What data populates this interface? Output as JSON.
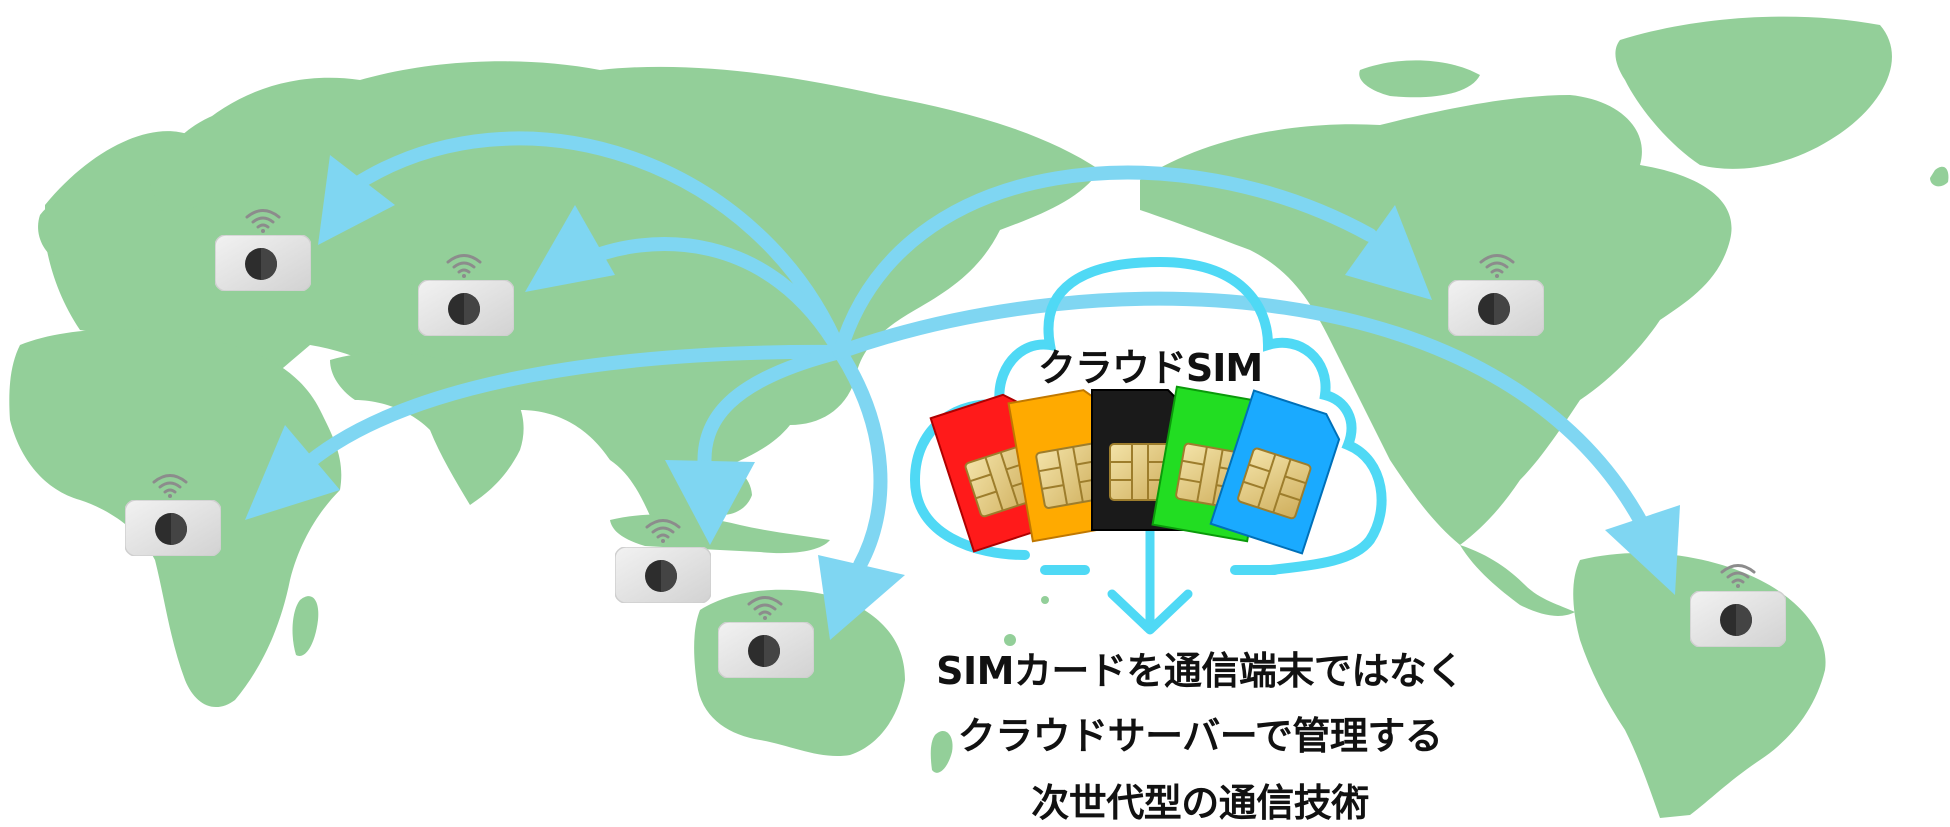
{
  "cloud": {
    "label": "クラウドSIM"
  },
  "caption": {
    "line1": "SIMカードを通信端末ではなく",
    "line2": "クラウドサーバーで管理する",
    "line3": "次世代型の通信技術"
  },
  "colors": {
    "land": "#93cf99",
    "arrow": "#7fd6f2",
    "cloud_outline": "#4fd9f5",
    "device_body": "#e6e6e6",
    "sim": [
      "#ff1a1a",
      "#ffaa00",
      "#1a1a1a",
      "#22dd22",
      "#1aaaff"
    ]
  },
  "icons": [
    "wifi-icon",
    "mobile-router-icon",
    "sim-card-icon",
    "cloud-icon"
  ]
}
